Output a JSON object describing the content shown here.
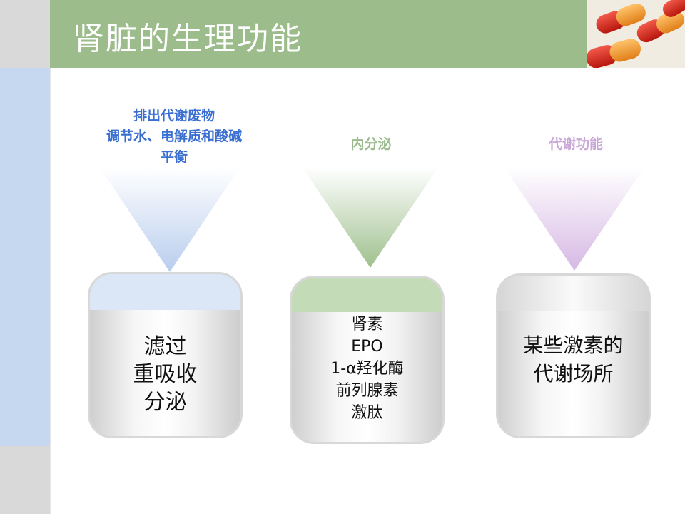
{
  "slide": {
    "title": "肾脏的生理功能",
    "colors": {
      "title_bar": "#9cbc8c",
      "left_bar": "#c6d7f0",
      "label_left": "#3a6fd1",
      "label_mid": "#9bbb8d",
      "label_right": "#c9a8d8"
    }
  },
  "columns": [
    {
      "label_lines": [
        "排出代谢废物",
        "调节水、电解质和酸碱",
        "平衡"
      ],
      "card_lines": [
        "滤过",
        "重吸收",
        "分泌"
      ]
    },
    {
      "label_lines": [
        "内分泌"
      ],
      "card_lines": [
        "肾素",
        "EPO",
        "1-α羟化酶",
        "前列腺素",
        "激肽"
      ]
    },
    {
      "label_lines": [
        "代谢功能"
      ],
      "card_lines": [
        "某些激素的",
        "代谢场所"
      ]
    }
  ]
}
